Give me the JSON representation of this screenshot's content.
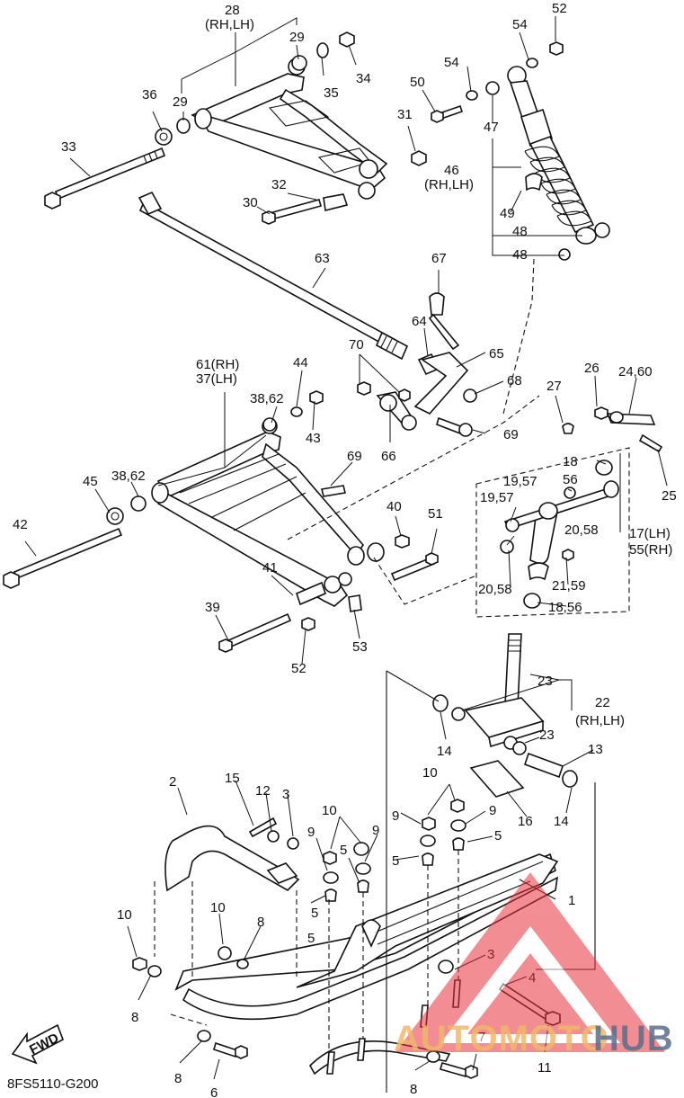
{
  "diagram_code": "8FS5110-G200",
  "fwd_label": "FWD",
  "labels": {
    "p1": "1",
    "p2": "2",
    "p3a": "3",
    "p3b": "3",
    "p4": "4",
    "p5a": "5",
    "p5b": "5",
    "p5c": "5",
    "p5d": "5",
    "p5e": "5",
    "p6": "6",
    "p7": "7",
    "p8a": "8",
    "p8b": "8",
    "p8c": "8",
    "p8d": "8",
    "p9a": "9",
    "p9b": "9",
    "p9c": "9",
    "p9d": "9",
    "p10a": "10",
    "p10b": "10",
    "p10c": "10",
    "p10d": "10",
    "p11": "11",
    "p12": "12",
    "p13": "13",
    "p14a": "14",
    "p14b": "14",
    "p15": "15",
    "p16": "16",
    "p17": "17(LH)",
    "p55": "55(RH)",
    "p18a": "18",
    "p18_56": "18,56",
    "p56": "56",
    "p19_57a": "19,57",
    "p19_57b": "19,57",
    "p20_58a": "20,58",
    "p20_58b": "20,58",
    "p21_59": "21,59",
    "p22": "22",
    "p22sub": "(RH,LH)",
    "p23a": "23",
    "p23b": "23",
    "p24_60": "24,60",
    "p25": "25",
    "p26": "26",
    "p27": "27",
    "p28": "28",
    "p28sub": "(RH,LH)",
    "p29a": "29",
    "p29b": "29",
    "p30": "30",
    "p31": "31",
    "p32": "32",
    "p33": "33",
    "p34": "34",
    "p35": "35",
    "p36": "36",
    "p61": "61(RH)",
    "p37": "37(LH)",
    "p38_62a": "38,62",
    "p38_62b": "38,62",
    "p39": "39",
    "p40": "40",
    "p41": "41",
    "p42": "42",
    "p43": "43",
    "p44": "44",
    "p45": "45",
    "p46": "46",
    "p46sub": "(RH,LH)",
    "p47": "47",
    "p48a": "48",
    "p48b": "48",
    "p49": "49",
    "p50": "50",
    "p51": "51",
    "p52a": "52",
    "p52b": "52",
    "p53": "53",
    "p54a": "54",
    "p54b": "54",
    "p63": "63",
    "p64": "64",
    "p65": "65",
    "p66": "66",
    "p67": "67",
    "p68": "68",
    "p69a": "69",
    "p69b": "69",
    "p70": "70"
  },
  "watermark": {
    "text_a": "AUTOMOTO",
    "text_b": "HUB",
    "color_a": "#f0b86b",
    "color_b": "#5a6e8a",
    "triangle_color": "#e8323c"
  }
}
